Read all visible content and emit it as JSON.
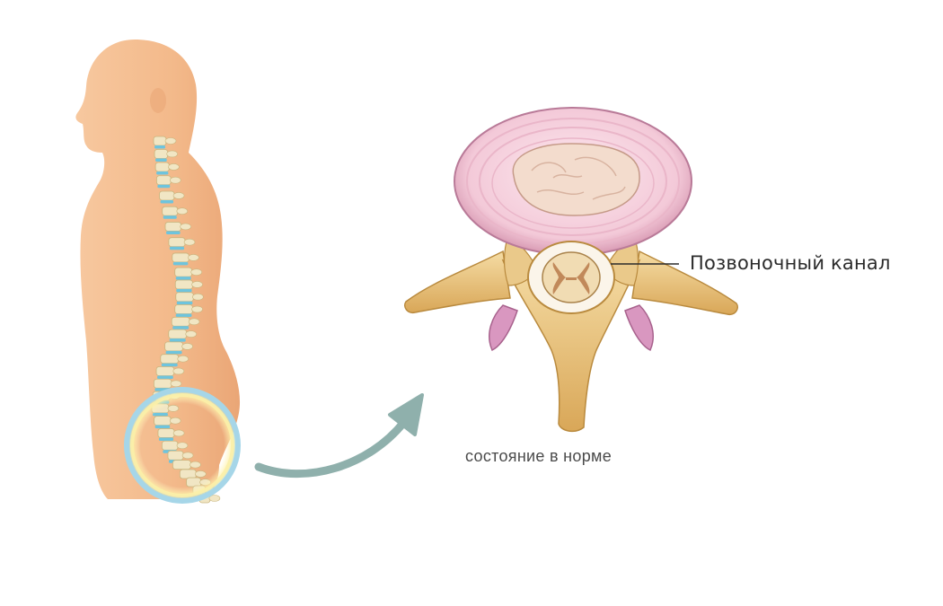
{
  "labels": {
    "spinal_canal": "Позвоночный канал",
    "caption": "состояние в норме"
  },
  "colors": {
    "skin": "#f3b98a",
    "spine_bone": "#f1e6c4",
    "disc_blue": "#6ec4dd",
    "highlight_ring": "#9fd3e6",
    "arrow": "#8fb0ac",
    "annulus": "#f6d3e0",
    "nucleus": "#f3dccd",
    "vertebra_bone": "#e7bf72",
    "facet_pink": "#d997c0"
  },
  "icons": [
    "human-silhouette",
    "spine",
    "curved-arrow",
    "vertebra-cross-section"
  ]
}
